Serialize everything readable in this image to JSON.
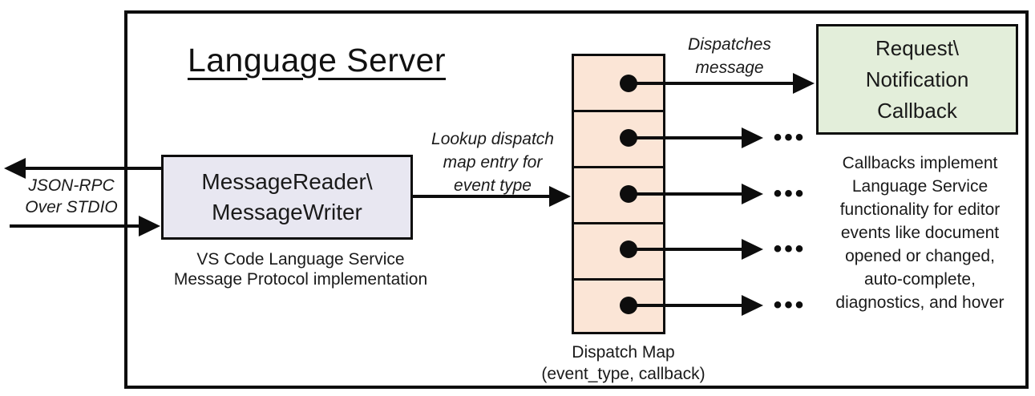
{
  "title": "Language Server",
  "labels": {
    "json_rpc": [
      "JSON-RPC",
      "Over STDIO"
    ],
    "lookup": [
      "Lookup dispatch",
      "map entry for",
      "event type"
    ],
    "dispatches": [
      "Dispatches",
      "message"
    ]
  },
  "nodes": {
    "reader": {
      "lines": [
        "MessageReader\\",
        "MessageWriter"
      ],
      "caption": [
        "VS Code Language Service",
        "Message Protocol implementation"
      ],
      "fill": "#e8e7f1"
    },
    "dispatch_map": {
      "caption": [
        "Dispatch Map",
        "(event_type, callback)"
      ],
      "fill": "#fbe5d6",
      "cell_count": 5
    },
    "callback": {
      "lines": [
        "Request\\",
        "Notification",
        "Callback"
      ],
      "fill": "#e3eeda",
      "note": [
        "Callbacks implement",
        "Language Service",
        "functionality for editor",
        "events like document",
        "opened or changed,",
        "auto-complete,",
        "diagnostics, and hover"
      ]
    }
  },
  "icons": {
    "ellipsis": "•••"
  },
  "colors": {
    "border": "#0d0d0d",
    "text": "#1a1a1a",
    "reader_fill": "#e8e7f1",
    "map_fill": "#fbe5d6",
    "callback_fill": "#e3eeda",
    "background": "#ffffff"
  }
}
